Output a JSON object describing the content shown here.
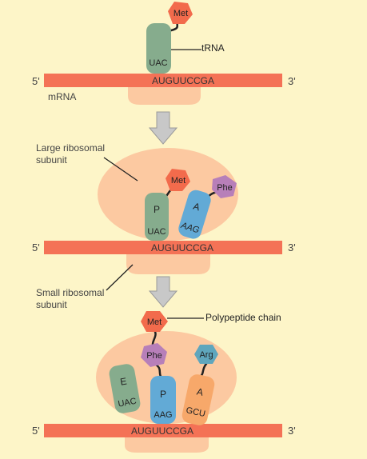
{
  "colors": {
    "background": "#fdf5c8",
    "ribosome": "#fcc9a1",
    "mrna": "#f47256",
    "met": "#f26b4c",
    "phe": "#b77fb9",
    "arg": "#5fa6bd",
    "trna_green": "#86ac8d",
    "trna_blue": "#62aad6",
    "trna_orange": "#f7a86a",
    "arrow": "#c8c8c8"
  },
  "stage1": {
    "met": "Met",
    "trna_label": "tRNA",
    "anticodon": "UAC",
    "five_prime": "5'",
    "three_prime": "3'",
    "sequence": "AUGUUCCGA",
    "mrna_label": "mRNA"
  },
  "stage2": {
    "large_subunit": [
      "Large ribosomal",
      "subunit"
    ],
    "small_subunit": [
      "Small ribosomal",
      "subunit"
    ],
    "met": "Met",
    "phe": "Phe",
    "p_site": "P",
    "p_anticodon": "UAC",
    "a_site": "A",
    "a_anticodon": "AAG",
    "five_prime": "5'",
    "three_prime": "3'",
    "sequence": "AUGUUCCGA"
  },
  "stage3": {
    "met": "Met",
    "polypeptide_label": "Polypeptide chain",
    "phe": "Phe",
    "arg": "Arg",
    "e_site": "E",
    "e_anticodon": "UAC",
    "p_site": "P",
    "p_anticodon": "AAG",
    "a_site": "A",
    "a_anticodon": "GCU",
    "five_prime": "5'",
    "three_prime": "3'",
    "sequence": "AUGUUCCGA"
  }
}
